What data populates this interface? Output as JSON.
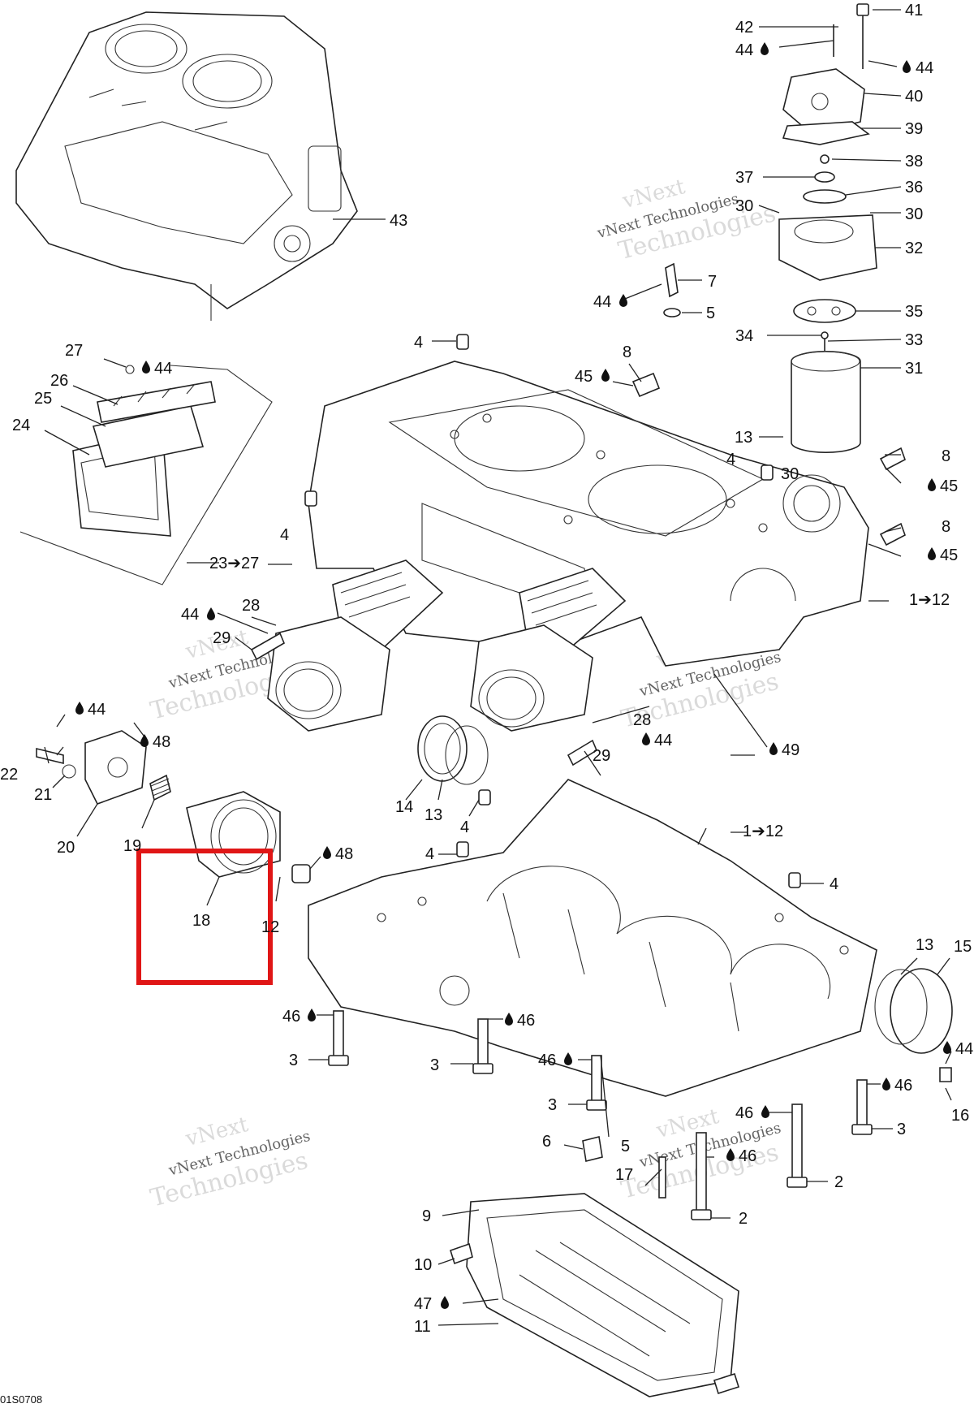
{
  "diagram": {
    "drawing_code": "01S0708",
    "watermark": {
      "line1": "vNext",
      "line2": "vNext Technologies",
      "line3": "Technologies"
    },
    "labels": [
      {
        "id": "l41",
        "text": "41"
      },
      {
        "id": "l42",
        "text": "42"
      },
      {
        "id": "l44a",
        "text": "44"
      },
      {
        "id": "l44b",
        "text": "44"
      },
      {
        "id": "l40",
        "text": "40"
      },
      {
        "id": "l39",
        "text": "39"
      },
      {
        "id": "l38",
        "text": "38"
      },
      {
        "id": "l37",
        "text": "37"
      },
      {
        "id": "l36",
        "text": "36"
      },
      {
        "id": "l30a",
        "text": "30"
      },
      {
        "id": "l30b",
        "text": "30"
      },
      {
        "id": "l32",
        "text": "32"
      },
      {
        "id": "l43",
        "text": "43"
      },
      {
        "id": "l7",
        "text": "7"
      },
      {
        "id": "l44c",
        "text": "44"
      },
      {
        "id": "l5a",
        "text": "5"
      },
      {
        "id": "l35",
        "text": "35"
      },
      {
        "id": "l34",
        "text": "34"
      },
      {
        "id": "l33",
        "text": "33"
      },
      {
        "id": "l31",
        "text": "31"
      },
      {
        "id": "l27",
        "text": "27"
      },
      {
        "id": "l44d",
        "text": "44"
      },
      {
        "id": "l26",
        "text": "26"
      },
      {
        "id": "l25",
        "text": "25"
      },
      {
        "id": "l24",
        "text": "24"
      },
      {
        "id": "l4a",
        "text": "4"
      },
      {
        "id": "l8a",
        "text": "8"
      },
      {
        "id": "l45a",
        "text": "45"
      },
      {
        "id": "l13a",
        "text": "13"
      },
      {
        "id": "l4b",
        "text": "4"
      },
      {
        "id": "l30c",
        "text": "30"
      },
      {
        "id": "l8b",
        "text": "8"
      },
      {
        "id": "l45b",
        "text": "45"
      },
      {
        "id": "l8c",
        "text": "8"
      },
      {
        "id": "l45c",
        "text": "45"
      },
      {
        "id": "l4c",
        "text": "4"
      },
      {
        "id": "l23",
        "text": "23➔27"
      },
      {
        "id": "l112a",
        "text": "1➔12"
      },
      {
        "id": "l44e",
        "text": "44"
      },
      {
        "id": "l28a",
        "text": "28"
      },
      {
        "id": "l29a",
        "text": "29"
      },
      {
        "id": "l44f",
        "text": "44"
      },
      {
        "id": "l48a",
        "text": "48"
      },
      {
        "id": "l22",
        "text": "22"
      },
      {
        "id": "l21",
        "text": "21"
      },
      {
        "id": "l20",
        "text": "20"
      },
      {
        "id": "l19",
        "text": "19"
      },
      {
        "id": "l28b",
        "text": "28"
      },
      {
        "id": "l29b",
        "text": "29"
      },
      {
        "id": "l44g",
        "text": "44"
      },
      {
        "id": "l49",
        "text": "49"
      },
      {
        "id": "l14",
        "text": "14"
      },
      {
        "id": "l13b",
        "text": "13"
      },
      {
        "id": "l4d",
        "text": "4"
      },
      {
        "id": "l112b",
        "text": "1➔12"
      },
      {
        "id": "l4e",
        "text": "4"
      },
      {
        "id": "l48b",
        "text": "48"
      },
      {
        "id": "l18",
        "text": "18"
      },
      {
        "id": "l12",
        "text": "12"
      },
      {
        "id": "l4f",
        "text": "4"
      },
      {
        "id": "l13c",
        "text": "13"
      },
      {
        "id": "l15",
        "text": "15"
      },
      {
        "id": "l46a",
        "text": "46"
      },
      {
        "id": "l46b",
        "text": "46"
      },
      {
        "id": "l3a",
        "text": "3"
      },
      {
        "id": "l3b",
        "text": "3"
      },
      {
        "id": "l46c",
        "text": "46"
      },
      {
        "id": "l3c",
        "text": "3"
      },
      {
        "id": "l44h",
        "text": "44"
      },
      {
        "id": "l46d",
        "text": "46"
      },
      {
        "id": "l16",
        "text": "16"
      },
      {
        "id": "l3d",
        "text": "3"
      },
      {
        "id": "l46e",
        "text": "46"
      },
      {
        "id": "l6",
        "text": "6"
      },
      {
        "id": "l5b",
        "text": "5"
      },
      {
        "id": "l46f",
        "text": "46"
      },
      {
        "id": "l17",
        "text": "17"
      },
      {
        "id": "l2a",
        "text": "2"
      },
      {
        "id": "l2b",
        "text": "2"
      },
      {
        "id": "l9",
        "text": "9"
      },
      {
        "id": "l10",
        "text": "10"
      },
      {
        "id": "l47",
        "text": "47"
      },
      {
        "id": "l11",
        "text": "11"
      }
    ],
    "highlight": {
      "color": "#e01616",
      "target": "18"
    }
  }
}
